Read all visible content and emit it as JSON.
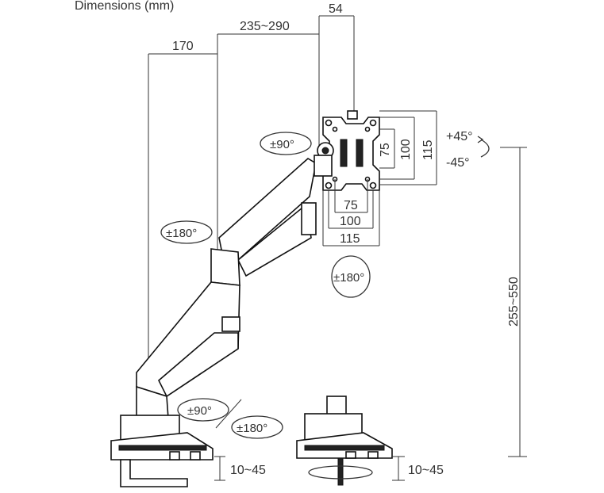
{
  "title": "Dimensions (mm)",
  "dimensions": {
    "top_width": "54",
    "arm_reach": "235~290",
    "base_offset": "170",
    "vesa_h_75": "75",
    "vesa_h_100": "100",
    "vesa_h_115": "115",
    "vesa_w_75": "75",
    "vesa_w_100": "100",
    "vesa_w_115": "115",
    "height_range": "255~550",
    "clamp_left": "10~45",
    "clamp_right": "10~45"
  },
  "rotations": {
    "tilt_up": "+45°",
    "tilt_down": "-45°",
    "pivot": "±90°",
    "swivel_arm": "±180°",
    "swivel_head": "±180°",
    "base_rotate": "±90°",
    "base_swivel": "±180°"
  },
  "colors": {
    "line": "#333333",
    "outline": "#111111",
    "dark_part": "#222222"
  }
}
